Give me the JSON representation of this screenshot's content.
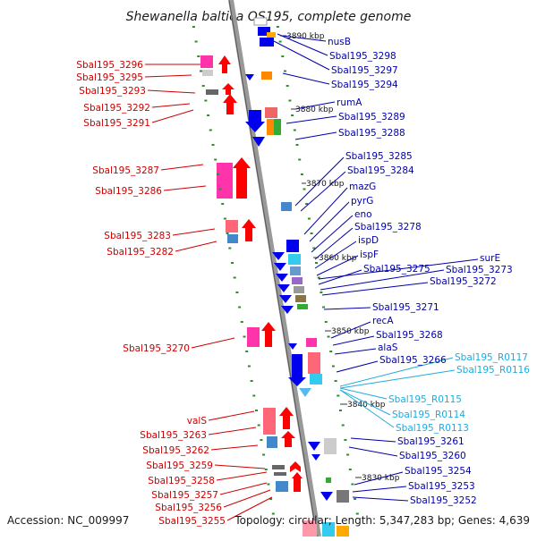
{
  "title": "Shewanella baltica OS195, complete genome",
  "footer": {
    "accession": "Accession: NC_009997",
    "summary": "Topology: circular; Length: 5,347,283 bp; Genes: 4,639"
  },
  "colors": {
    "left_label": "#cc0000",
    "right_label": "#0000aa",
    "rna_label": "#22aadd",
    "backbone": "#999999",
    "tick": "#2e8b2e"
  },
  "kbp_ticks": [
    "3890 kbp",
    "3880 kbp",
    "3870 kbp",
    "3860 kbp",
    "3850 kbp",
    "3840 kbp",
    "3830 kbp"
  ],
  "left_labels": [
    "Sbal195_3296",
    "Sbal195_3295",
    "Sbal195_3293",
    "Sbal195_3292",
    "Sbal195_3291",
    "Sbal195_3287",
    "Sbal195_3286",
    "Sbal195_3283",
    "Sbal195_3282",
    "Sbal195_3270",
    "valS",
    "Sbal195_3263",
    "Sbal195_3262",
    "Sbal195_3259",
    "Sbal195_3258",
    "Sbal195_3257",
    "Sbal195_3256",
    "Sbal195_3255"
  ],
  "right_labels": [
    "nusB",
    "Sbal195_3298",
    "Sbal195_3297",
    "Sbal195_3294",
    "rumA",
    "Sbal195_3289",
    "Sbal195_3288",
    "Sbal195_3285",
    "Sbal195_3284",
    "mazG",
    "pyrG",
    "eno",
    "Sbal195_3278",
    "ispD",
    "ispF",
    "surE",
    "Sbal195_3275",
    "Sbal195_3273",
    "Sbal195_3272",
    "Sbal195_3271",
    "recA",
    "Sbal195_3268",
    "alaS",
    "Sbal195_3266",
    "Sbal195_3261",
    "Sbal195_3260",
    "Sbal195_3254",
    "Sbal195_3253",
    "Sbal195_3252"
  ],
  "rna_labels": [
    "Sbal195_R0117",
    "Sbal195_R0116",
    "Sbal195_R0115",
    "Sbal195_R0114",
    "Sbal195_R0113"
  ]
}
